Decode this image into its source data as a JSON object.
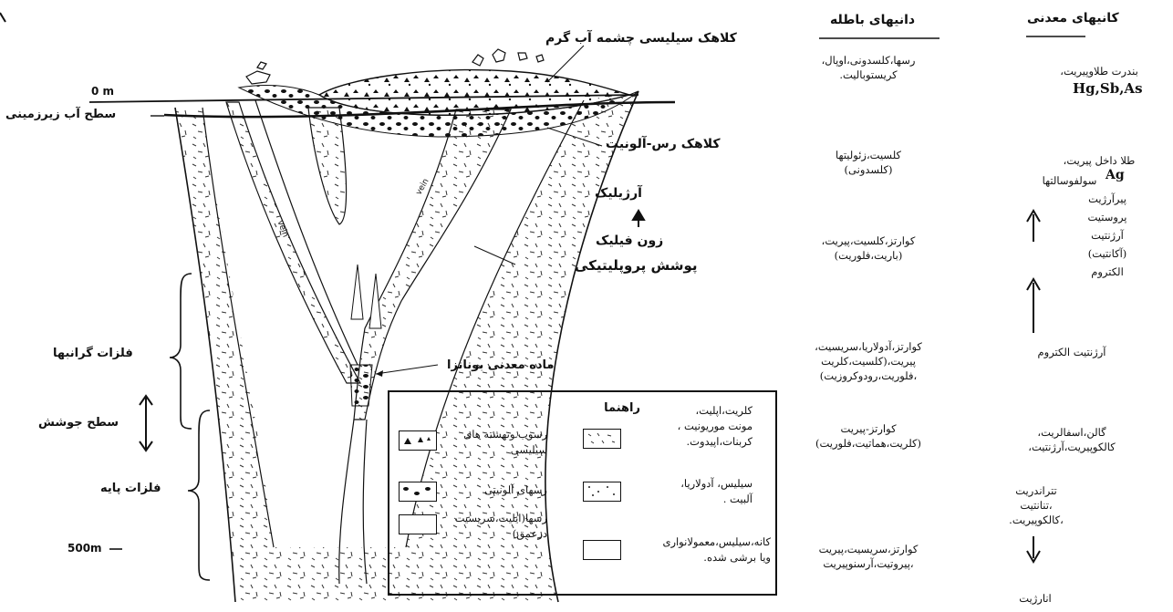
{
  "diagram": {
    "zero_label": "0 m",
    "depth_label": "500m",
    "water_table": "سطح آب زیرزمینی",
    "silica_cap": "کلاهک سیلیسی چشمه آب گرم",
    "clay_cap": "کلاهک رس-آلونیت",
    "argillic": "آرژیلیک",
    "phyllic": "زون فیلیک",
    "propylitic": "پوشش پروپلیتیکی",
    "ore_label": "ماده معدنی بونانزا",
    "precious": "فلزات گرانبها",
    "boiling": "سطح جوشش",
    "base": "فلزات پایه",
    "vein1": "vein",
    "vein2": "vein"
  },
  "legend": {
    "title": "راهنما",
    "item1": "رسوب ونهشته های\nسیلیسی",
    "item2": "رسهای آلونیتی",
    "item3": "رسها(ایلیت،سریسیت\nدرعمق)",
    "item4": "کلریت،اپلیت،\nمونت موریونیت ،\nکربنات،اپیدوت.",
    "item5": "سیلیس، آدولاریا،\nآلبیت .",
    "item6": "کانه،سیلیس،معمولانواری\nویا برشی شده."
  },
  "gangue": {
    "header": "دانیهای باطله",
    "rows": [
      "رسها،کلسدونی،اوپال،\nکریستوبالیت.",
      "کلسیت،زئولیتها\n(کلسدونی)",
      "کوارتز،کلسیت،پیریت،\n(باریت،فلوریت)",
      "کوارتز،آدولاریا،سریسیت،\nپیریت،(کلسیت،کلریت\n،فلوریت،رودوکروزیت)",
      "کوارتز-پیریت\n(کلریت،هماتیت،فلوریت)",
      "کوارتز،سریسیت،پیریت\n،پیروتیت،آرسنوپیریت"
    ]
  },
  "ore": {
    "header": "کانیهای معدنی",
    "row1": "بندرت طلاوپیریت،",
    "row1b": "Hg,Sb,As",
    "row2": "طلا داخل پیریت،",
    "row2b": "Ag",
    "row2c": "سولفوسالتها",
    "row3": "پیرآرژیت\nپروستیت\nآرژنتیت\n(آکانتیت)\nالکتروم",
    "row4": "آرژنتیت الکتروم",
    "row5": "گالن،اسفالریت،\nکالکوپیریت،آرژنتیت،",
    "row6": "تتراندریت\n،تنانتیت\n،کالکوپیریت.",
    "row7": "انارژیت"
  }
}
